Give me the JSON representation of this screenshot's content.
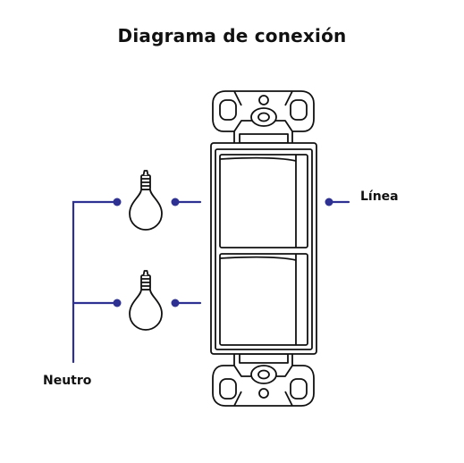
{
  "title": "Diagrama de conexión",
  "labels": {
    "line": "Línea",
    "neutral": "Neutro"
  },
  "colors": {
    "wire": "#2e3192",
    "outline": "#111111",
    "fill": "#ffffff"
  },
  "icons": [
    "light-bulb-icon",
    "double-switch"
  ]
}
